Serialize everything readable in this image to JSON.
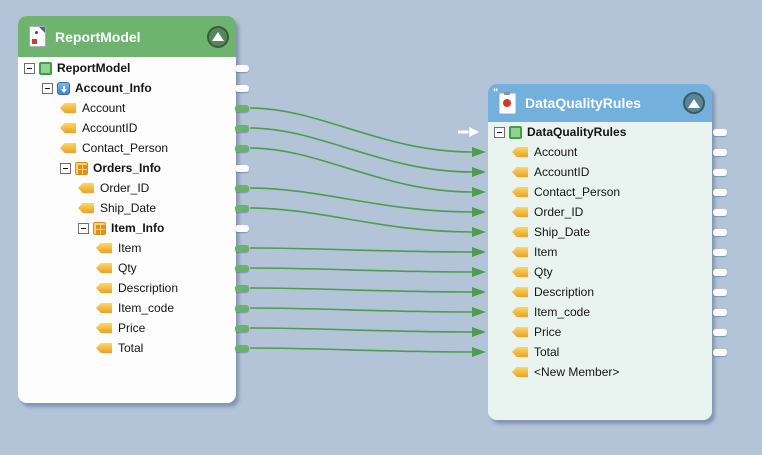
{
  "background_color": "#b3c4d9",
  "left_panel": {
    "title": "ReportModel",
    "header_color": "#6eb46e",
    "body_color": "#fdfdfd",
    "icon": "xml-document-icon",
    "rows": [
      {
        "label": "ReportModel",
        "icon": "root-square",
        "bold": true,
        "expander": true,
        "indent": 0,
        "port": "white"
      },
      {
        "label": "Account_Info",
        "icon": "record-blue",
        "bold": true,
        "expander": true,
        "indent": 1,
        "port": "white"
      },
      {
        "label": "Account",
        "icon": "member-tag",
        "bold": false,
        "expander": false,
        "indent": 2,
        "port": "green"
      },
      {
        "label": "AccountID",
        "icon": "member-tag",
        "bold": false,
        "expander": false,
        "indent": 2,
        "port": "green"
      },
      {
        "label": "Contact_Person",
        "icon": "member-tag",
        "bold": false,
        "expander": false,
        "indent": 2,
        "port": "green"
      },
      {
        "label": "Orders_Info",
        "icon": "table-orange",
        "bold": true,
        "expander": true,
        "indent": 2,
        "port": "white"
      },
      {
        "label": "Order_ID",
        "icon": "member-tag",
        "bold": false,
        "expander": false,
        "indent": 3,
        "port": "green"
      },
      {
        "label": "Ship_Date",
        "icon": "member-tag",
        "bold": false,
        "expander": false,
        "indent": 3,
        "port": "green"
      },
      {
        "label": "Item_Info",
        "icon": "table-orange",
        "bold": true,
        "expander": true,
        "indent": 3,
        "port": "white"
      },
      {
        "label": "Item",
        "icon": "member-tag",
        "bold": false,
        "expander": false,
        "indent": 4,
        "port": "green"
      },
      {
        "label": "Qty",
        "icon": "member-tag",
        "bold": false,
        "expander": false,
        "indent": 4,
        "port": "green"
      },
      {
        "label": "Description",
        "icon": "member-tag",
        "bold": false,
        "expander": false,
        "indent": 4,
        "port": "green"
      },
      {
        "label": "Item_code",
        "icon": "member-tag",
        "bold": false,
        "expander": false,
        "indent": 4,
        "port": "green"
      },
      {
        "label": "Price",
        "icon": "member-tag",
        "bold": false,
        "expander": false,
        "indent": 4,
        "port": "green"
      },
      {
        "label": "Total",
        "icon": "member-tag",
        "bold": false,
        "expander": false,
        "indent": 4,
        "port": "green"
      }
    ]
  },
  "right_panel": {
    "title": "DataQualityRules",
    "header_color": "#73b0dc",
    "body_color": "#e9f4f0",
    "icon": "rules-clipboard-icon",
    "rows": [
      {
        "label": "DataQualityRules",
        "icon": "root-square",
        "bold": true,
        "expander": true,
        "indent": 0,
        "in": "white-arrow",
        "out": "white"
      },
      {
        "label": "Account",
        "icon": "member-tag",
        "bold": false,
        "expander": false,
        "indent": 1,
        "in": "green-arrow",
        "out": "white"
      },
      {
        "label": "AccountID",
        "icon": "member-tag",
        "bold": false,
        "expander": false,
        "indent": 1,
        "in": "green-arrow",
        "out": "white"
      },
      {
        "label": "Contact_Person",
        "icon": "member-tag",
        "bold": false,
        "expander": false,
        "indent": 1,
        "in": "green-arrow",
        "out": "white"
      },
      {
        "label": "Order_ID",
        "icon": "member-tag",
        "bold": false,
        "expander": false,
        "indent": 1,
        "in": "green-arrow",
        "out": "white"
      },
      {
        "label": "Ship_Date",
        "icon": "member-tag",
        "bold": false,
        "expander": false,
        "indent": 1,
        "in": "green-arrow",
        "out": "white"
      },
      {
        "label": "Item",
        "icon": "member-tag",
        "bold": false,
        "expander": false,
        "indent": 1,
        "in": "green-arrow",
        "out": "white"
      },
      {
        "label": "Qty",
        "icon": "member-tag",
        "bold": false,
        "expander": false,
        "indent": 1,
        "in": "green-arrow",
        "out": "white"
      },
      {
        "label": "Description",
        "icon": "member-tag",
        "bold": false,
        "expander": false,
        "indent": 1,
        "in": "green-arrow",
        "out": "white"
      },
      {
        "label": "Item_code",
        "icon": "member-tag",
        "bold": false,
        "expander": false,
        "indent": 1,
        "in": "green-arrow",
        "out": "white"
      },
      {
        "label": "Price",
        "icon": "member-tag",
        "bold": false,
        "expander": false,
        "indent": 1,
        "in": "green-arrow",
        "out": "white"
      },
      {
        "label": "Total",
        "icon": "member-tag",
        "bold": false,
        "expander": false,
        "indent": 1,
        "in": "green-arrow",
        "out": "white"
      },
      {
        "label": "<New Member>",
        "icon": "member-tag",
        "bold": false,
        "expander": false,
        "indent": 1,
        "in": "",
        "out": ""
      }
    ]
  },
  "connections": [
    {
      "from": "Account",
      "to": "Account"
    },
    {
      "from": "AccountID",
      "to": "AccountID"
    },
    {
      "from": "Contact_Person",
      "to": "Contact_Person"
    },
    {
      "from": "Order_ID",
      "to": "Order_ID"
    },
    {
      "from": "Ship_Date",
      "to": "Ship_Date"
    },
    {
      "from": "Item",
      "to": "Item"
    },
    {
      "from": "Qty",
      "to": "Qty"
    },
    {
      "from": "Description",
      "to": "Description"
    },
    {
      "from": "Item_code",
      "to": "Item_code"
    },
    {
      "from": "Price",
      "to": "Price"
    },
    {
      "from": "Total",
      "to": "Total"
    }
  ],
  "colors": {
    "connector_green": "#4f9b4f",
    "nub_green": "#69b269",
    "nub_white": "#fcfdfe"
  }
}
